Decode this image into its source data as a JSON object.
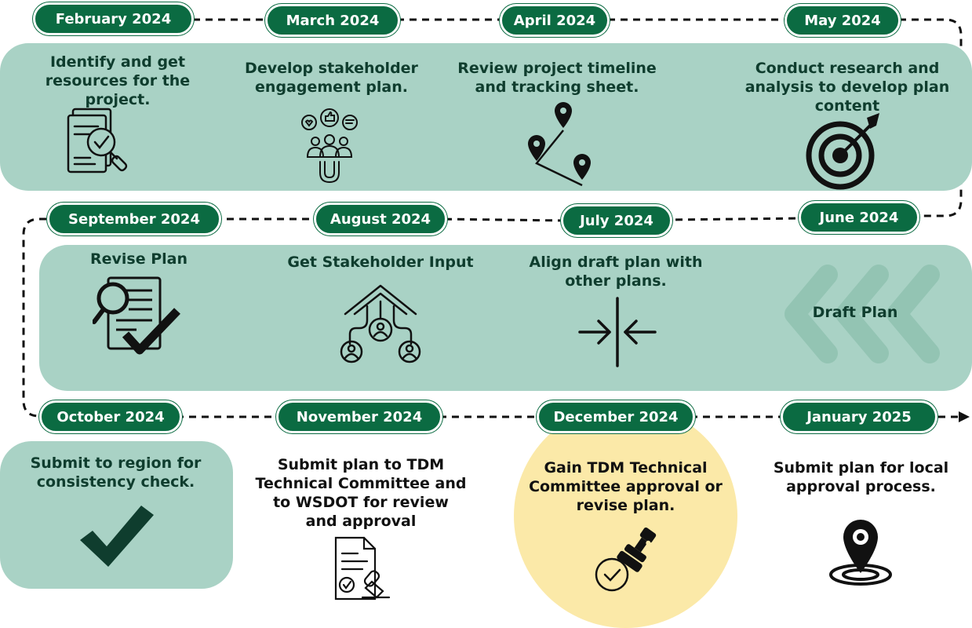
{
  "milestones": {
    "feb": {
      "date": "February 2024",
      "text": "Identify and get resources for the project."
    },
    "mar": {
      "date": "March 2024",
      "text": "Develop stakeholder engagement plan."
    },
    "apr": {
      "date": "April 2024",
      "text": "Review project timeline and tracking sheet."
    },
    "may": {
      "date": "May 2024",
      "text": "Conduct research and analysis to develop plan content"
    },
    "jun": {
      "date": "June 2024",
      "text": "Draft Plan"
    },
    "jul": {
      "date": "July 2024",
      "text": "Align draft plan with other plans."
    },
    "aug": {
      "date": "August 2024",
      "text": "Get Stakeholder Input"
    },
    "sep": {
      "date": "September 2024",
      "text": "Revise Plan"
    },
    "oct": {
      "date": "October 2024",
      "text": "Submit to region for consistency check."
    },
    "nov": {
      "date": "November 2024",
      "text": "Submit plan to TDM Technical Committee and to WSDOT for review and approval"
    },
    "dec": {
      "date": "December 2024",
      "text": "Gain TDM Technical Committee approval or revise plan."
    },
    "jan": {
      "date": "January 2025",
      "text": "Submit plan for local approval process."
    }
  },
  "colors": {
    "pill": "#0b6b42",
    "band": "#a9d2c5",
    "highlight": "#fbe9a8",
    "text": "#0f3d2e"
  }
}
